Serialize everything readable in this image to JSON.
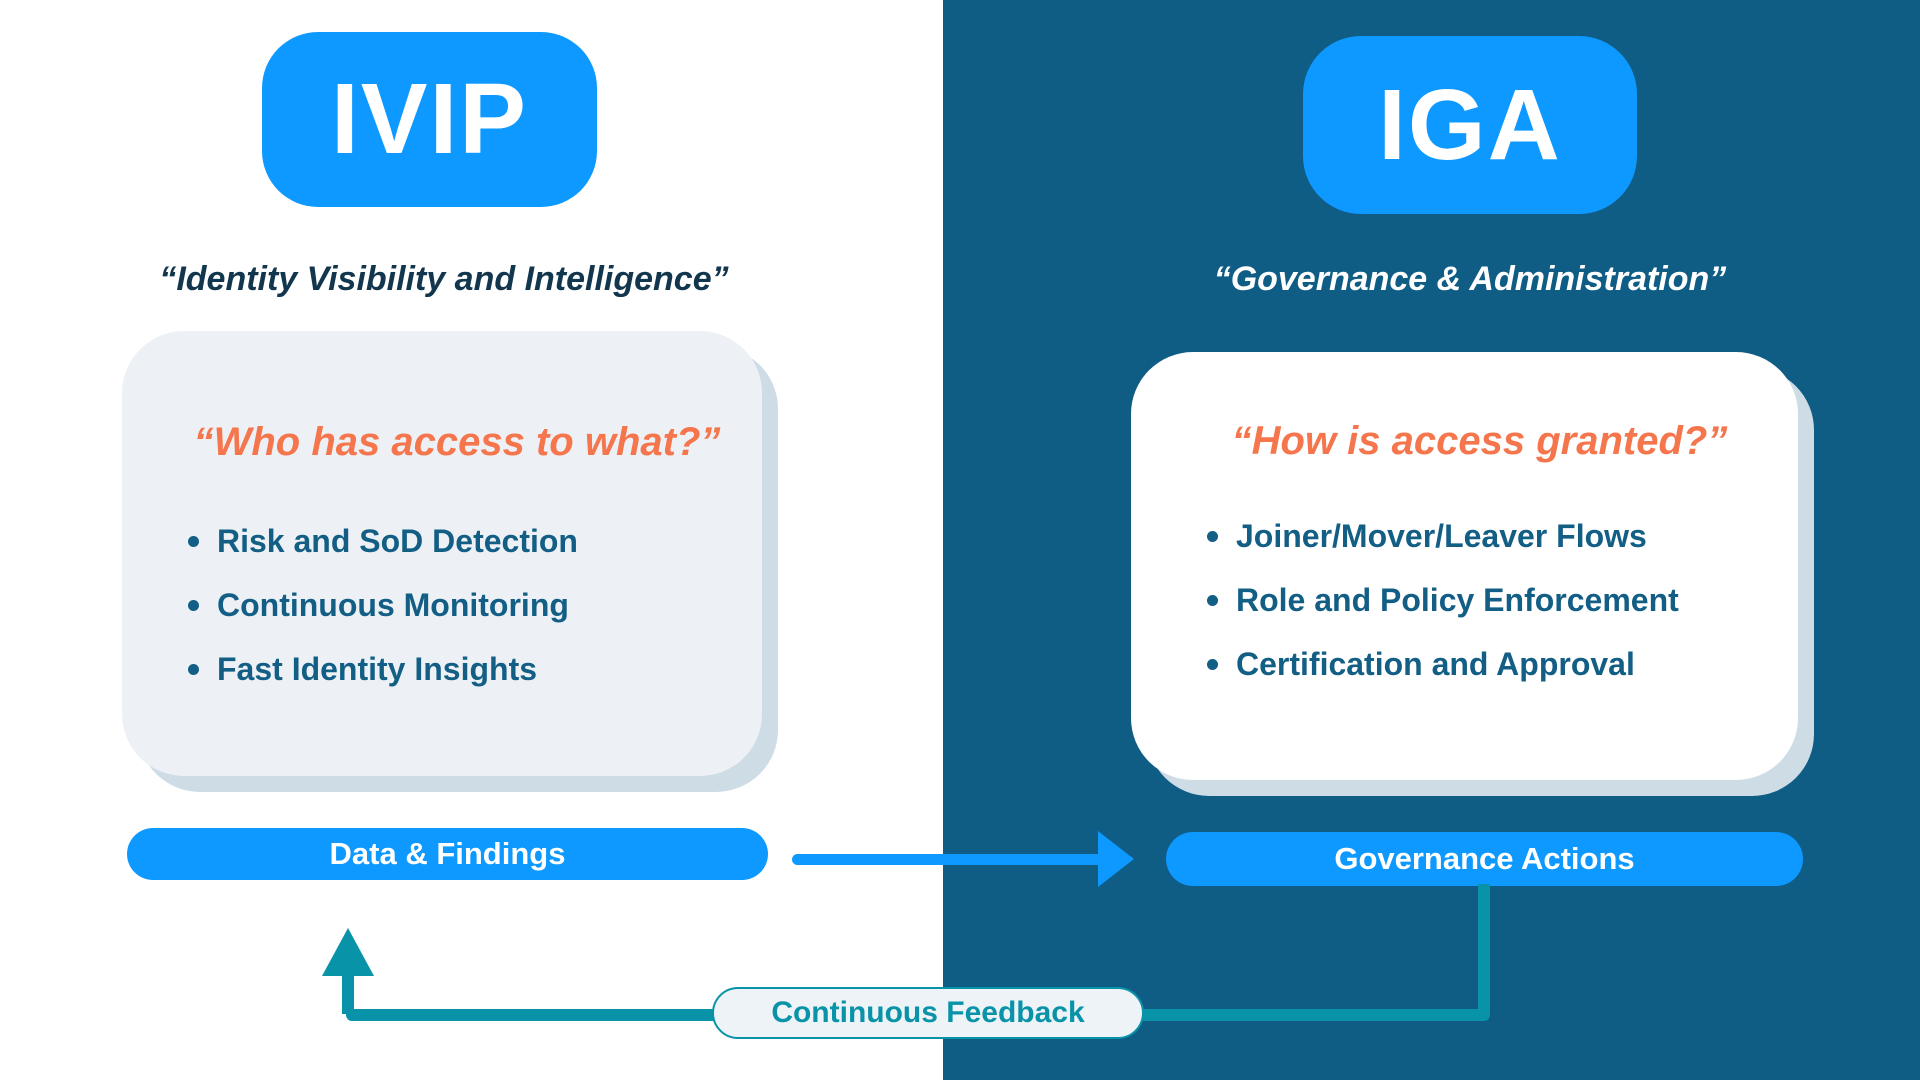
{
  "colors": {
    "brand_blue": "#0D99FF",
    "dark_panel_blue": "#0F5C85",
    "accent_orange": "#F5764D",
    "teal": "#0993A9",
    "navy_text": "#12364E",
    "bullet_text_blue": "#135E85",
    "left_card_bg": "#EDF1F5",
    "card_shadow": "#CEDCE6",
    "feedback_pill_bg": "#EEF3F7"
  },
  "left": {
    "badge": "IVIP",
    "subtitle": "“Identity Visibility and Intelligence”",
    "card": {
      "heading": "“Who has access to what?”",
      "bullets": [
        "Risk and SoD Detection",
        "Continuous Monitoring",
        "Fast Identity Insights"
      ]
    },
    "pill": "Data & Findings"
  },
  "right": {
    "badge": "IGA",
    "subtitle": "“Governance & Administration”",
    "card": {
      "heading": "“How is access granted?”",
      "bullets": [
        "Joiner/Mover/Leaver Flows",
        "Role and Policy Enforcement",
        "Certification and Approval"
      ]
    },
    "pill": "Governance Actions"
  },
  "feedback": {
    "label": "Continuous Feedback"
  }
}
